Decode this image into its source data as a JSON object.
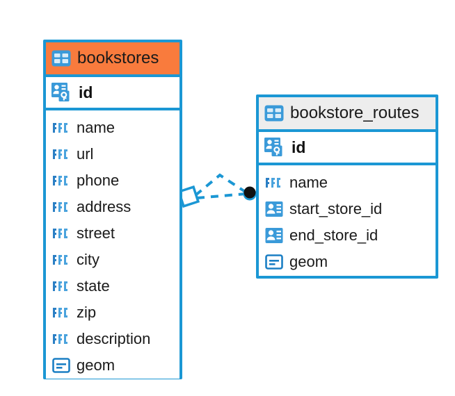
{
  "diagram": {
    "title": "Database entity relationship diagram",
    "background_color": "#ffffff",
    "accent_color": "#1b97d4",
    "highlight_color": "#f97b3d",
    "neutral_header_color": "#ededed"
  },
  "entities": [
    {
      "name": "bookstores",
      "header_style": "orange",
      "table_icon": "table-icon",
      "primary_key": {
        "label": "id",
        "icon": "primary-key-icon"
      },
      "fields": [
        {
          "label": "name",
          "icon": "abc-text-icon"
        },
        {
          "label": "url",
          "icon": "abc-text-icon"
        },
        {
          "label": "phone",
          "icon": "abc-text-icon"
        },
        {
          "label": "address",
          "icon": "abc-text-icon"
        },
        {
          "label": "street",
          "icon": "abc-text-icon"
        },
        {
          "label": "city",
          "icon": "abc-text-icon"
        },
        {
          "label": "state",
          "icon": "abc-text-icon"
        },
        {
          "label": "zip",
          "icon": "abc-text-icon"
        },
        {
          "label": "description",
          "icon": "abc-text-icon"
        },
        {
          "label": "geom",
          "icon": "geometry-icon"
        }
      ]
    },
    {
      "name": "bookstore_routes",
      "header_style": "gray",
      "table_icon": "table-icon",
      "primary_key": {
        "label": "id",
        "icon": "primary-key-icon"
      },
      "fields": [
        {
          "label": "name",
          "icon": "abc-text-icon"
        },
        {
          "label": "start_store_id",
          "icon": "foreign-key-icon"
        },
        {
          "label": "end_store_id",
          "icon": "foreign-key-icon"
        },
        {
          "label": "geom",
          "icon": "geometry-icon"
        }
      ]
    }
  ],
  "relationship": {
    "style": "dashed",
    "color": "#1b97d4",
    "source_marker": "diamond-marker",
    "target_marker": "filled-circle-marker",
    "source_entity": "bookstores",
    "target_entity": "bookstore_routes"
  }
}
